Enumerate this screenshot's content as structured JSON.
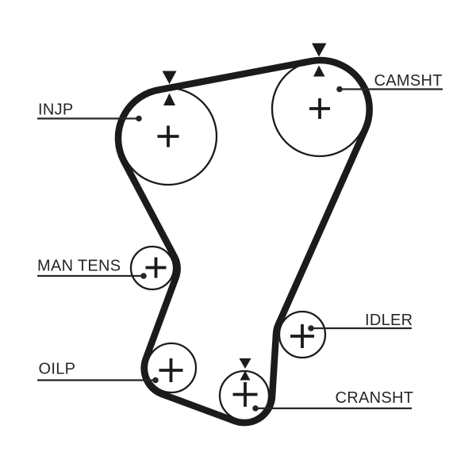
{
  "diagram": {
    "kind": "timing-belt-routing-diagram",
    "background_color": "#ffffff",
    "ink_color": "#1b1b1b",
    "label_color": "#262626",
    "labels": {
      "injp": "INJP",
      "camsht": "CAMSHT",
      "man_tens": "MAN TENS",
      "idler": "IDLER",
      "oilp": "OILP",
      "cransht": "CRANSHT"
    },
    "pulleys": [
      {
        "id": "injp",
        "label": "INJP",
        "timing_marks": true
      },
      {
        "id": "camsht",
        "label": "CAMSHT",
        "timing_marks": true
      },
      {
        "id": "man-tens",
        "label": "MAN TENS",
        "timing_marks": false
      },
      {
        "id": "idler",
        "label": "IDLER",
        "timing_marks": false
      },
      {
        "id": "oilp",
        "label": "OILP",
        "timing_marks": false
      },
      {
        "id": "cransht",
        "label": "CRANSHT",
        "timing_marks": true
      }
    ]
  }
}
